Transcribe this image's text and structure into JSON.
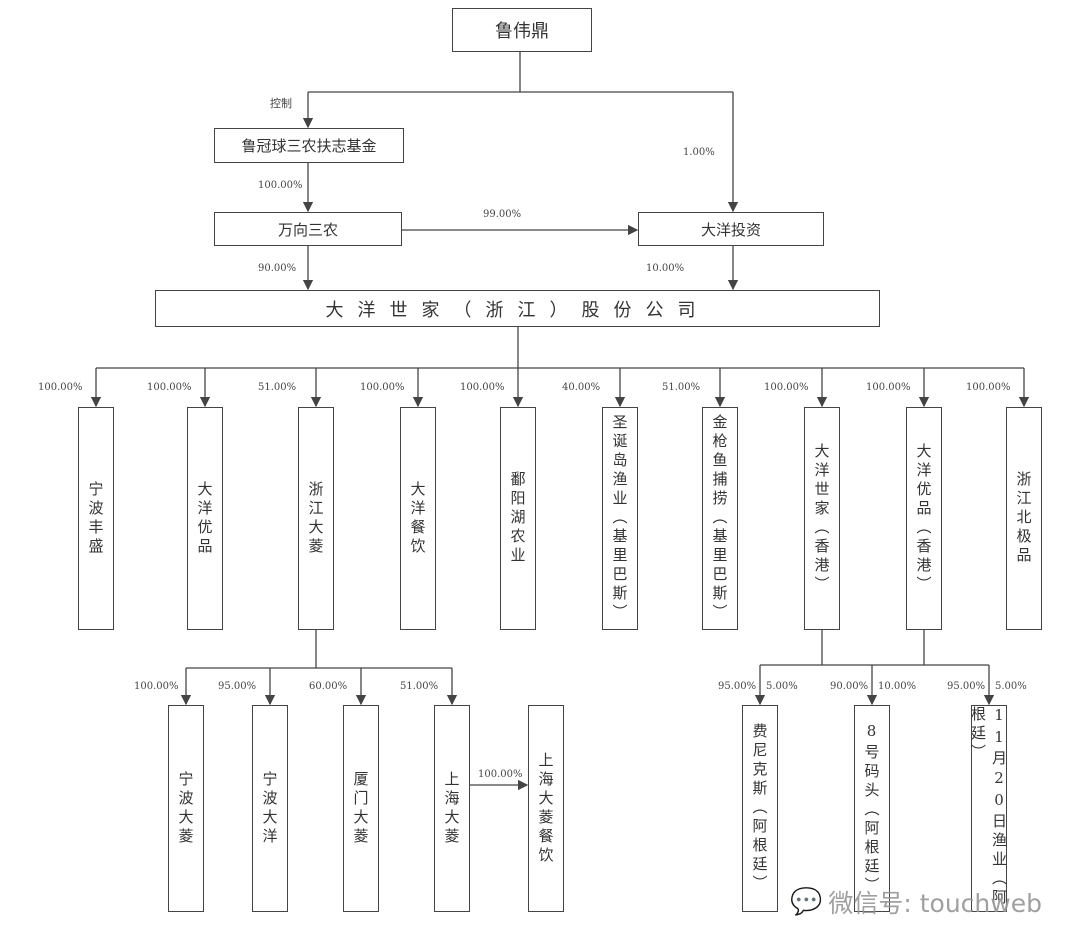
{
  "top": {
    "name": "鲁伟鼎",
    "control_label": "控制",
    "right_pct": "1.00%"
  },
  "fund": {
    "name": "鲁冠球三农扶志基金",
    "pct": "100.00%"
  },
  "wanxiang": {
    "name": "万向三农",
    "pct_to_main": "90.00%",
    "pct_to_dayang": "99.00%"
  },
  "dayang_invest": {
    "name": "大洋投资",
    "pct_to_main": "10.00%"
  },
  "main": {
    "name": "大洋世家（浙江）股份公司"
  },
  "subsidiaries": [
    {
      "name": "宁波丰盛",
      "pct": "100.00%"
    },
    {
      "name": "大洋优品",
      "pct": "100.00%"
    },
    {
      "name": "浙江大菱",
      "pct": "51.00%"
    },
    {
      "name": "大洋餐饮",
      "pct": "100.00%"
    },
    {
      "name": "鄱阳湖农业",
      "pct": "100.00%"
    },
    {
      "name": "圣诞岛渔业（基里巴斯）",
      "pct": "40.00%"
    },
    {
      "name": "金枪鱼捕捞（基里巴斯）",
      "pct": "51.00%"
    },
    {
      "name": "大洋世家（香港）",
      "pct": "100.00%"
    },
    {
      "name": "大洋优品（香港）",
      "pct": "100.00%"
    },
    {
      "name": "浙江北极品",
      "pct": "100.00%"
    }
  ],
  "dalin_children": [
    {
      "name": "宁波大菱",
      "pct": "100.00%"
    },
    {
      "name": "宁波大洋",
      "pct": "95.00%"
    },
    {
      "name": "厦门大菱",
      "pct": "60.00%"
    },
    {
      "name": "上海大菱",
      "pct": "51.00%"
    }
  ],
  "shanghai_child": {
    "name": "上海大菱餐饮",
    "pct": "100.00%"
  },
  "hk_children": [
    {
      "name": "费尼克斯（阿根廷）",
      "pct_a": "95.00%",
      "pct_b": "5.00%"
    },
    {
      "name": "8号码头（阿根廷）",
      "pct_a": "90.00%",
      "pct_b": "10.00%"
    },
    {
      "name": "11月20日渔业（阿根廷）",
      "pct_a": "95.00%",
      "pct_b": "5.00%"
    }
  ],
  "watermark": {
    "text": "微信号: touchweb"
  },
  "colors": {
    "line": "#444444",
    "text": "#333333"
  }
}
